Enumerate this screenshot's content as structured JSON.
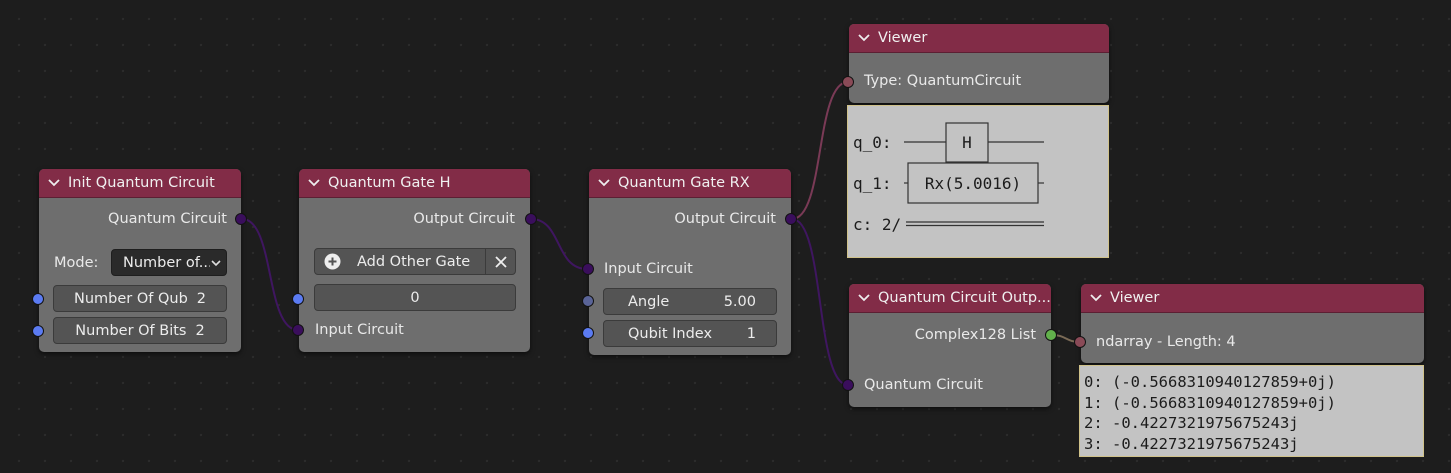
{
  "nodes": {
    "init": {
      "title": "Init Quantum Circuit",
      "output_label": "Quantum Circuit",
      "mode_label": "Mode:",
      "mode_value": "Number of...",
      "qubits_label": "Number Of Qub",
      "qubits_value": "2",
      "bits_label": "Number Of Bits",
      "bits_value": "2"
    },
    "gate_h": {
      "title": "Quantum Gate H",
      "output_label": "Output Circuit",
      "add_gate_label": "Add Other Gate",
      "index_value": "0",
      "input_label": "Input Circuit"
    },
    "gate_rx": {
      "title": "Quantum Gate RX",
      "output_label": "Output Circuit",
      "input_label": "Input Circuit",
      "angle_label": "Angle",
      "angle_value": "5.00",
      "qubit_label": "Qubit Index",
      "qubit_value": "1"
    },
    "viewer_circuit": {
      "title": "Viewer",
      "type_label": "Type: QuantumCircuit",
      "diagram": {
        "q0_label": "q_0:",
        "h_gate": "H",
        "q1_label": "q_1:",
        "rx_gate": "Rx(5.0016)",
        "c_label": "c: 2/"
      }
    },
    "circuit_output": {
      "title": "Quantum Circuit Outp...",
      "output_label": "Complex128 List",
      "input_label": "Quantum Circuit"
    },
    "viewer_array": {
      "title": "Viewer",
      "type_label": "ndarray - Length: 4",
      "lines": [
        "0: (-0.5668310940127859+0j)",
        "1: (-0.5668310940127859+0j)",
        "2: -0.4227321975675243j",
        "3: -0.4227321975675243j"
      ]
    }
  },
  "colors": {
    "header": "#822c47",
    "node_body": "#6e6e6e",
    "canvas": "#1d1d1d",
    "socket_circuit": "#3a0e5c",
    "socket_number": "#5b7bf2",
    "socket_viewer": "#8a4a57",
    "socket_list": "#62b14c"
  },
  "icons": [
    "chevron-down-icon",
    "plus-circle-icon",
    "close-icon",
    "dropdown-chevron-icon"
  ]
}
